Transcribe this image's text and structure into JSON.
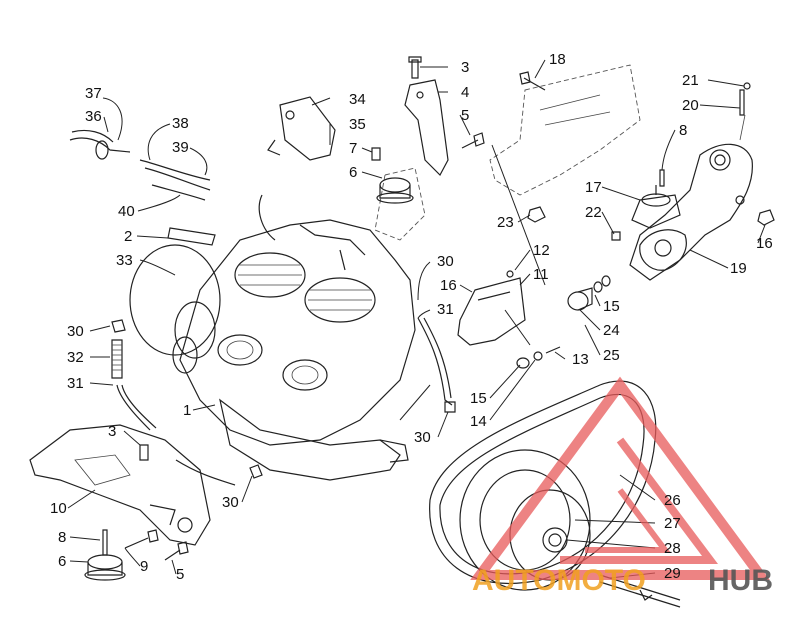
{
  "callouts": [
    {
      "id": "c-37a",
      "text": "37"
    },
    {
      "id": "c-36",
      "text": "36"
    },
    {
      "id": "c-38",
      "text": "38"
    },
    {
      "id": "c-39",
      "text": "39"
    },
    {
      "id": "c-40",
      "text": "40"
    },
    {
      "id": "c-34",
      "text": "34"
    },
    {
      "id": "c-35",
      "text": "35"
    },
    {
      "id": "c-3a",
      "text": "3"
    },
    {
      "id": "c-4",
      "text": "4"
    },
    {
      "id": "c-5a",
      "text": "5"
    },
    {
      "id": "c-7",
      "text": "7"
    },
    {
      "id": "c-6a",
      "text": "6"
    },
    {
      "id": "c-18",
      "text": "18"
    },
    {
      "id": "c-21",
      "text": "21"
    },
    {
      "id": "c-20",
      "text": "20"
    },
    {
      "id": "c-8a",
      "text": "8"
    },
    {
      "id": "c-17",
      "text": "17"
    },
    {
      "id": "c-22",
      "text": "22"
    },
    {
      "id": "c-23",
      "text": "23"
    },
    {
      "id": "c-16a",
      "text": "16"
    },
    {
      "id": "c-19",
      "text": "19"
    },
    {
      "id": "c-2",
      "text": "2"
    },
    {
      "id": "c-33",
      "text": "33"
    },
    {
      "id": "c-30a",
      "text": "30"
    },
    {
      "id": "c-12",
      "text": "12"
    },
    {
      "id": "c-16b",
      "text": "16"
    },
    {
      "id": "c-11",
      "text": "11"
    },
    {
      "id": "c-31a",
      "text": "31"
    },
    {
      "id": "c-15a",
      "text": "15"
    },
    {
      "id": "c-24",
      "text": "24"
    },
    {
      "id": "c-25",
      "text": "25"
    },
    {
      "id": "c-30b",
      "text": "30"
    },
    {
      "id": "c-32",
      "text": "32"
    },
    {
      "id": "c-31b",
      "text": "31"
    },
    {
      "id": "c-13",
      "text": "13"
    },
    {
      "id": "c-15b",
      "text": "15"
    },
    {
      "id": "c-14",
      "text": "14"
    },
    {
      "id": "c-1",
      "text": "1"
    },
    {
      "id": "c-3b",
      "text": "3"
    },
    {
      "id": "c-30c",
      "text": "30"
    },
    {
      "id": "c-10",
      "text": "10"
    },
    {
      "id": "c-30d",
      "text": "30"
    },
    {
      "id": "c-8b",
      "text": "8"
    },
    {
      "id": "c-6b",
      "text": "6"
    },
    {
      "id": "c-9",
      "text": "9"
    },
    {
      "id": "c-5b",
      "text": "5"
    },
    {
      "id": "c-26",
      "text": "26"
    },
    {
      "id": "c-27",
      "text": "27"
    },
    {
      "id": "c-28",
      "text": "28"
    },
    {
      "id": "c-29",
      "text": "29"
    }
  ],
  "watermark": {
    "part1": "AUTOMOTO",
    "part2": "HUB",
    "color_primary": "#e85a5a",
    "color_secondary": "#f0a020",
    "color_dark": "#555555"
  }
}
